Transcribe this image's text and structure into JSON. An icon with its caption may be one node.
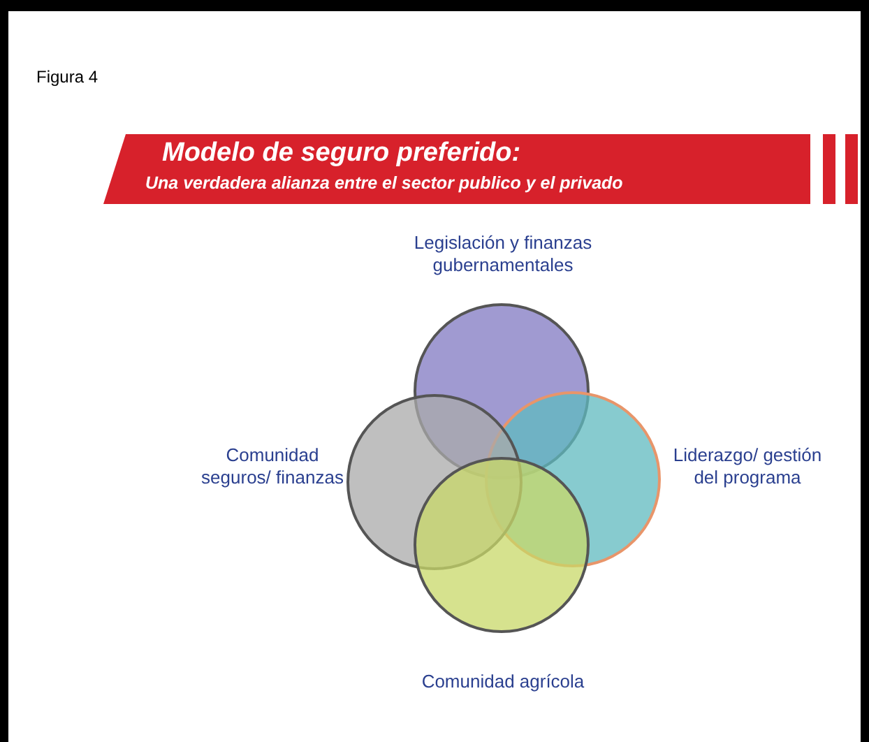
{
  "diagram": {
    "title": "Modelo de seguro preferido:",
    "nodes": [
      {
        "text": [
          "Legislación y finanzas gubernamentales"
        ]
      },
      {
        "text": [
          "Liderazgo/ gestión del programa"
        ]
      },
      {
        "text": [
          "Comunidad seguros/ finanzas"
        ]
      },
      {
        "text": [
          "Comunidad agrícola"
        ]
      }
    ],
    "labels": [
      "Figura 4",
      "Una verdadera alianza entre el sector publico y el privado"
    ]
  }
}
